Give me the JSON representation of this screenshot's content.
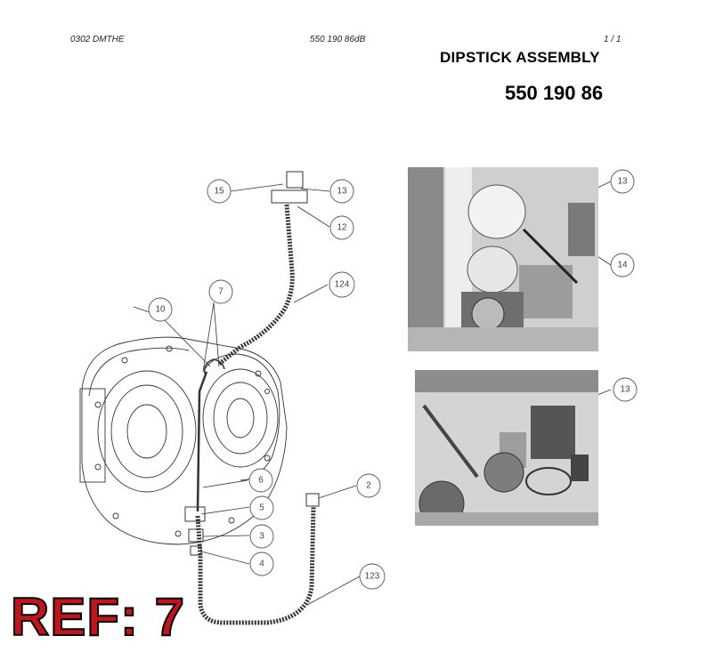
{
  "header": {
    "code": "0302 DMTHE",
    "document": "550 190 86dB",
    "page": "1 /  1"
  },
  "title": "DIPSTICK ASSEMBLY",
  "part_number": "550 190 86",
  "callouts_main": [
    "15",
    "13",
    "12",
    "124",
    "7",
    "10",
    "6",
    "2",
    "5",
    "3",
    "4",
    "123"
  ],
  "callouts_photo_top": [
    "13",
    "14"
  ],
  "callouts_photo_bottom": [
    "13"
  ],
  "ref_label": "REF: 7"
}
